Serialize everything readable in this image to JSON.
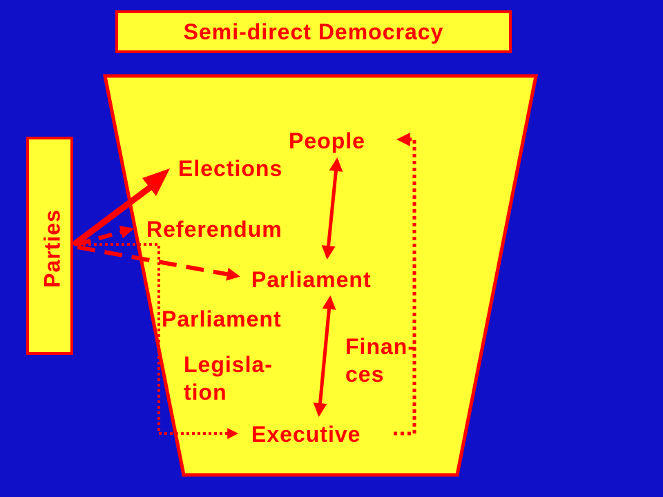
{
  "title": "Semi-direct Democracy",
  "side_label": "Parties",
  "nodes": {
    "people": "People",
    "elections": "Elections",
    "referendum": "Referendum",
    "parliament_top": "Parliament",
    "parliament_left": "Parliament",
    "legislation_line1": "Legisla-",
    "legislation_line2": "tion",
    "finances_line1": "Finan-",
    "finances_line2": "ces",
    "executive": "Executive"
  },
  "colors": {
    "background": "#1010c8",
    "panel": "#ffff33",
    "accent": "#ff0000"
  }
}
